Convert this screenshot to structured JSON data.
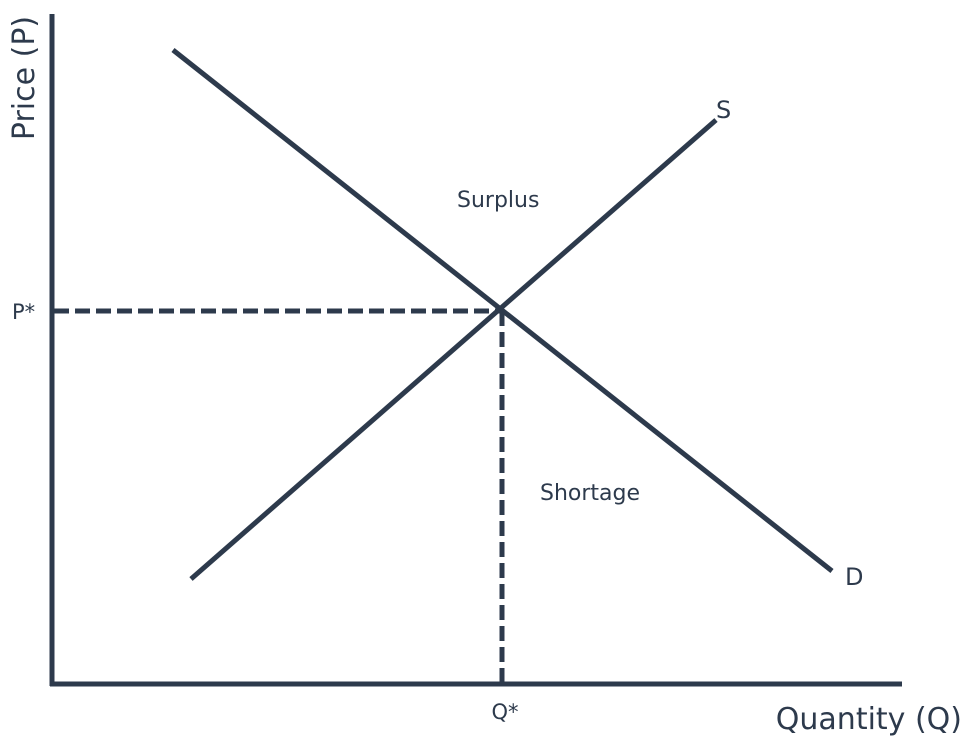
{
  "colors": {
    "ink": "#2d3a4c",
    "background": "#ffffff"
  },
  "axes": {
    "y_title": "Price (P)",
    "x_title": "Quantity (Q)"
  },
  "curves": {
    "supply_label": "S",
    "demand_label": "D"
  },
  "equilibrium": {
    "price_label": "P*",
    "quantity_label": "Q*"
  },
  "regions": {
    "upper": "Surplus",
    "lower": "Shortage"
  }
}
